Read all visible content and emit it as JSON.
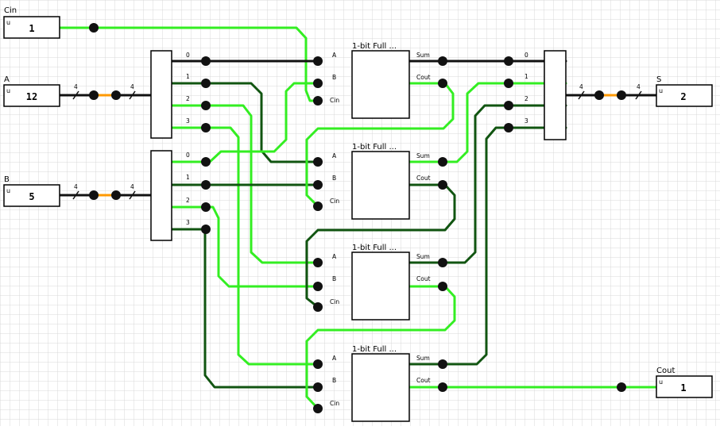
{
  "inputs": {
    "cin": {
      "label": "Cin",
      "type": "u",
      "value": "1"
    },
    "a": {
      "label": "A",
      "type": "u",
      "value": "12"
    },
    "b": {
      "label": "B",
      "type": "u",
      "value": "5"
    }
  },
  "outputs": {
    "s": {
      "label": "S",
      "type": "u",
      "value": "2"
    },
    "cout": {
      "label": "Cout",
      "type": "u",
      "value": "1"
    }
  },
  "bus_width": "4",
  "splitter_pins": [
    "0",
    "1",
    "2",
    "3"
  ],
  "adder": {
    "title": "1-bit Full ...",
    "pins": {
      "a": "A",
      "b": "B",
      "cin": "Cin",
      "sum": "Sum",
      "cout": "Cout"
    }
  },
  "colors": {
    "wire_high": "#33ee22",
    "wire_low": "#115511",
    "wire_bus": "#111111",
    "wire_bus_mid": "#ff9900",
    "grid": "#d8d8d8"
  }
}
